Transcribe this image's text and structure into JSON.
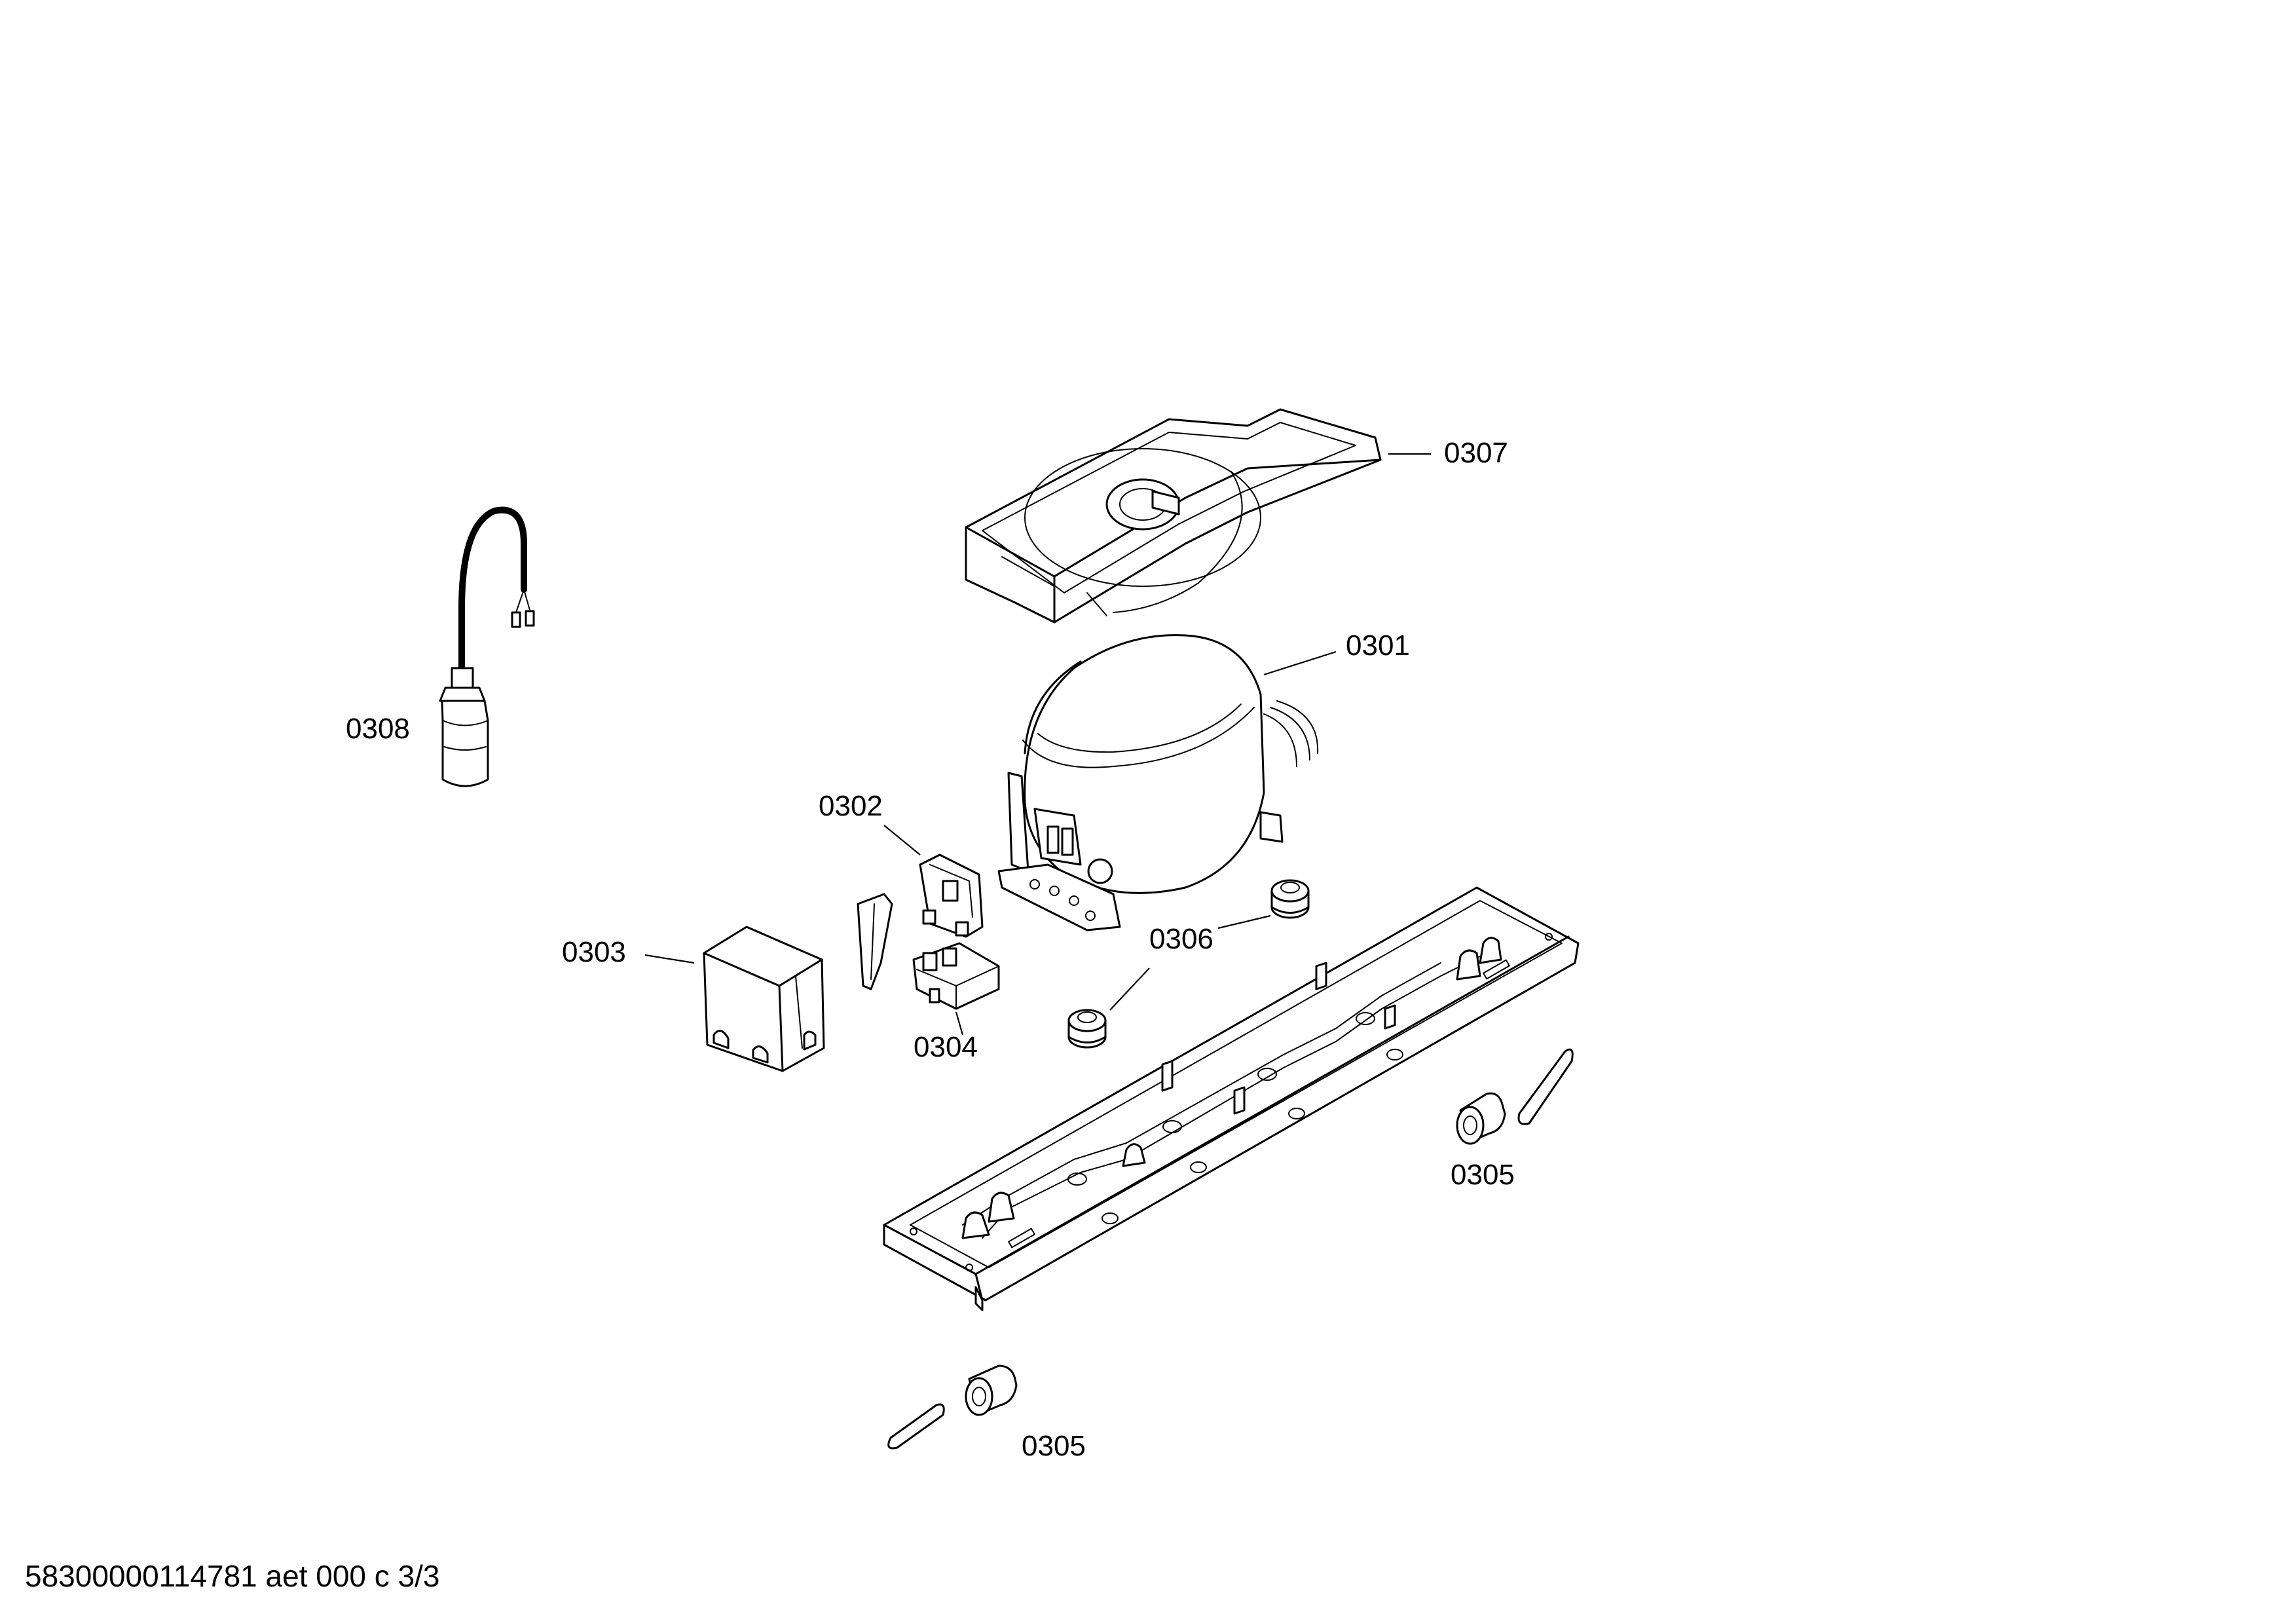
{
  "footer": {
    "text": "58300000114781 aet 000 c 3/3"
  },
  "parts": {
    "compressor": "0301",
    "relay": "0302",
    "relay_cover": "0303",
    "overload_protector": "0304",
    "sleeve_pin_right": "0305",
    "sleeve_pin_left": "0305",
    "grommets": "0306",
    "drip_tray": "0307",
    "capacitor": "0308"
  }
}
